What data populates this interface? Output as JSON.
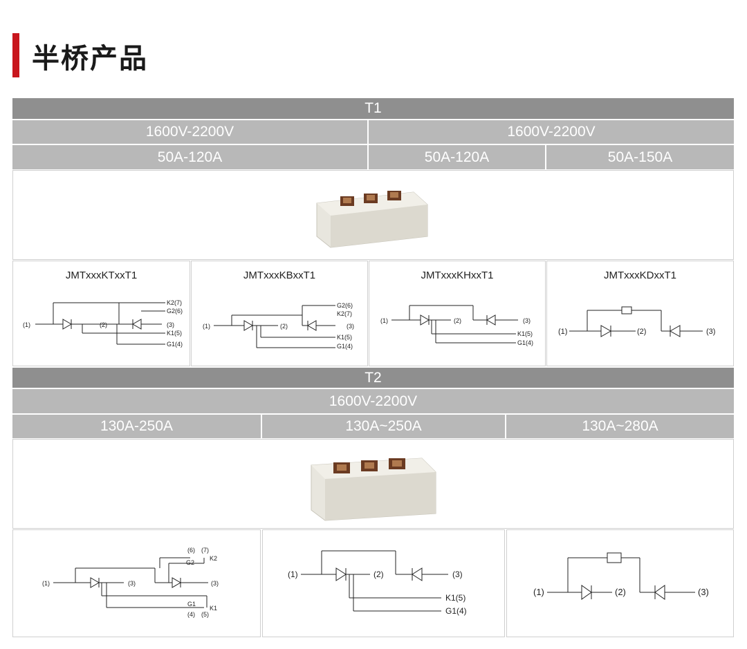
{
  "page": {
    "title": "半桥产品"
  },
  "t1": {
    "header": "T1",
    "voltage_left": "1600V-2200V",
    "voltage_right": "1600V-2200V",
    "current_1": "50A-120A",
    "current_2": "50A-120A",
    "current_3": "50A-150A",
    "parts": [
      {
        "name": "JMTxxxKTxxT1"
      },
      {
        "name": "JMTxxxKBxxT1"
      },
      {
        "name": "JMTxxxKHxxT1"
      },
      {
        "name": "JMTxxxKDxxT1"
      }
    ]
  },
  "t2": {
    "header": "T2",
    "voltage": "1600V-2200V",
    "current_1": "130A-250A",
    "current_2": "130A~250A",
    "current_3": "130A~280A"
  },
  "pins": {
    "p1": "(1)",
    "p2": "(2)",
    "p3": "(3)",
    "p4": "(4)",
    "p5": "(5)",
    "p6": "(6)",
    "p7": "(7)",
    "k2_7": "K2(7)",
    "g2_6": "G2(6)",
    "k1_5": "K1(5)",
    "g1_4": "G1(4)",
    "k1": "K1",
    "k2": "K2",
    "g1": "G1",
    "g2": "G2"
  },
  "colors": {
    "accent": "#c8161d",
    "header_dark": "#8f8f8f",
    "header_light": "#b8b8b8"
  }
}
